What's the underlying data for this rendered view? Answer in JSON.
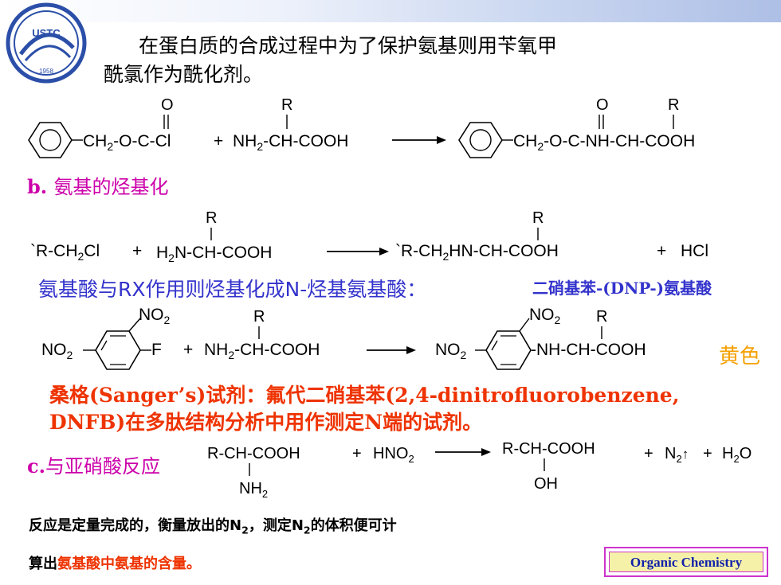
{
  "logo": {
    "top_text": "USTC",
    "year": "1958"
  },
  "title": {
    "line1": "在蛋白质的合成过程中为了保护氨基则用苄氧甲",
    "line2": "酰氯作为酰化剂。"
  },
  "reaction1": {
    "r": "R",
    "o": "O",
    "reagent_ch2": "CH",
    "reagent_sub2": "2",
    "reagent_tail": "-O-C-Cl",
    "plus": "+",
    "amino_nh2": "NH",
    "amino_sub2": "2",
    "amino_tail": "-CH-COOH",
    "product_ch2": "CH",
    "product_sub2": "2",
    "product_tail": "-O-C-NH-CH-COOH"
  },
  "section_b": {
    "letter": "b.",
    "text": "氨基的烃基化"
  },
  "reaction2": {
    "r": "R",
    "left_r": "`R-CH",
    "left_sub": "2",
    "left_cl": "Cl",
    "plus1": "+",
    "amine_h2n": "H",
    "amine_sub": "2",
    "amine_tail": "N-CH-COOH",
    "prod_r": "`R-CH",
    "prod_sub": "2",
    "prod_tail": "HN-CH-COOH",
    "plus2": "+",
    "hcl": "HCl"
  },
  "desc_b": {
    "main": "氨基酸与RX作用则烃基化成N-烃基氨基酸：",
    "side": "二硝基苯-(DNP-)氨基酸"
  },
  "reaction3": {
    "no2_top": "NO",
    "no2_top_sub": "2",
    "no2_left": "NO",
    "no2_left_sub": "2",
    "f": "F",
    "plus": "+",
    "amino_nh2": "NH",
    "amino_sub2": "2",
    "amino_tail": "-CH-COOH",
    "r": "R",
    "prod_no2_left": "NO",
    "prod_no2_left_sub": "2",
    "prod_no2_top": "NO",
    "prod_no2_top_sub": "2",
    "prod_tail": "-NH-CH-COOH",
    "color_label": "黄色"
  },
  "sanger": {
    "line1": "桑格(Sanger’s)试剂：氟代二硝基苯(2,4-dinitrofluorobenzene,",
    "line2": "DNFB)在多肽结构分析中用作测定N端的试剂。"
  },
  "section_c": {
    "letter": "c.",
    "text": "与亚硝酸反应"
  },
  "reaction4": {
    "left": "R-CH-COOH",
    "nh2": "NH",
    "nh2_sub": "2",
    "plus1": "+",
    "hno2": "HNO",
    "hno2_sub": "2",
    "right": "R-CH-COOH",
    "oh": "OH",
    "plus2": "+",
    "n2": "N",
    "n2_sub": "2",
    "gas": "↑",
    "plus3": "+",
    "h2o_h": "H",
    "h2o_sub": "2",
    "h2o_o": "O"
  },
  "note": {
    "line1_a": "反应是定量完成的，衡量放出的N",
    "line1_sub1": "2",
    "line1_b": "，测定N",
    "line1_sub2": "2",
    "line1_c": "的体积便可计",
    "line2_a": "算出",
    "line2_b": "氨基酸中氨基的含量。"
  },
  "badge": {
    "label": "Organic Chemistry"
  },
  "colors": {
    "magenta": "#cc00aa",
    "blue": "#3333cc",
    "red": "#ee3300",
    "orange": "#f5a000",
    "badge_border": "#cc33cc",
    "badge_fill": "#f6f1a8",
    "badge_text": "#1122aa"
  }
}
